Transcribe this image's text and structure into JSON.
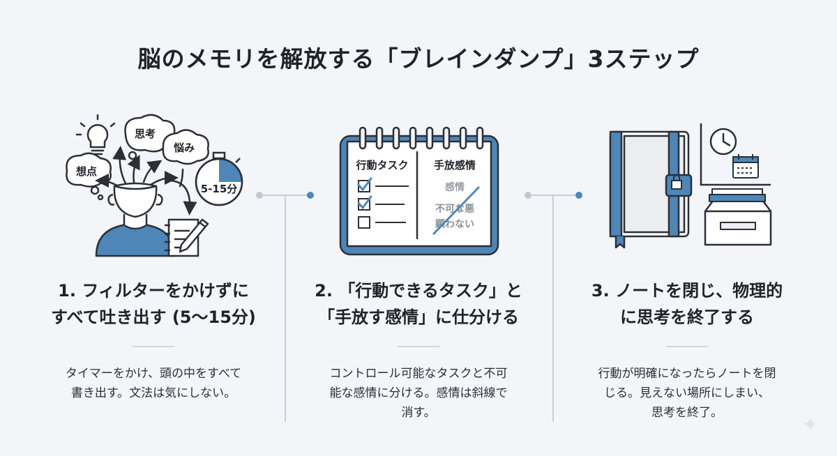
{
  "title": "脳のメモリを解放する「ブレインダンプ」3ステップ",
  "colors": {
    "accent": "#4f86b8",
    "line": "#2b2f36",
    "background": "#f3f5f8"
  },
  "steps": [
    {
      "heading_lines": [
        "1. フィルターをかけずに",
        "すべて吐き出す (5〜15分)"
      ],
      "desc_lines": [
        "タイマーをかけ、頭の中をすべて",
        "書き出す。文法は気にしない。"
      ],
      "bubbles": [
        "思考",
        "悩み",
        "想点"
      ],
      "timer_label": "5-15分",
      "icons": [
        "lightbulb-icon",
        "stopwatch-icon",
        "person-icon",
        "notepad-pencil-icon"
      ]
    },
    {
      "heading_lines": [
        "2. 「行動できるタスク」と",
        "「手放す感情」に仕分ける"
      ],
      "desc_lines": [
        "コントロール可能なタスクと不可",
        "能な感情に分ける。感情は斜線で",
        "消す。"
      ],
      "notebook_left_title": "行動タスク",
      "notebook_right_title": "手放感情",
      "notebook_right_lines": [
        "感情",
        "不可な悪",
        "顕わない"
      ],
      "icons": [
        "spiral-notebook-icon",
        "checkbox-icon"
      ]
    },
    {
      "heading_lines": [
        "3. ノートを閉じ、物理的",
        "に思考を終了する"
      ],
      "desc_lines": [
        "行動が明確になったらノートを閉",
        "じる。見えない場所にしまい、",
        "思考を終了。"
      ],
      "icons": [
        "closed-notebook-icon",
        "clock-icon",
        "calendar-icon",
        "drawer-icon",
        "lock-icon"
      ]
    }
  ]
}
